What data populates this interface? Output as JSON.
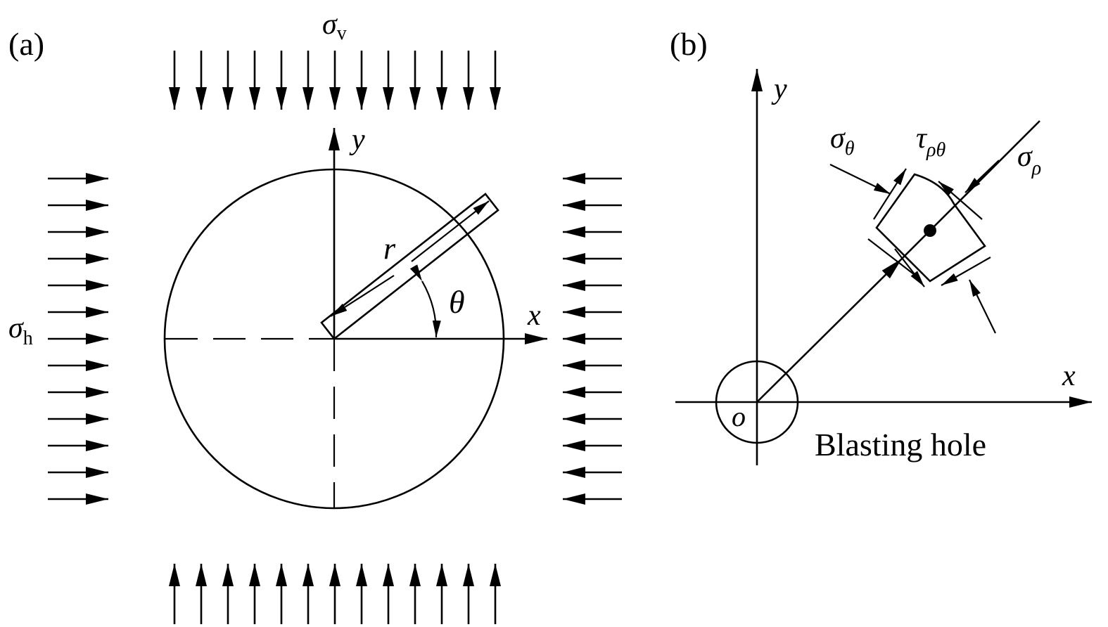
{
  "panel_a": {
    "label": "(a)",
    "sigma_v": {
      "symbol": "σ",
      "sub": "v"
    },
    "sigma_h": {
      "symbol": "σ",
      "sub": "h"
    },
    "y_axis": "y",
    "x_axis": "x",
    "radius_label": "r",
    "angle_label": "θ"
  },
  "panel_b": {
    "label": "(b)",
    "y_axis": "y",
    "x_axis": "x",
    "origin": "o",
    "sigma_theta": {
      "symbol": "σ",
      "sub": "θ"
    },
    "tau": {
      "symbol": "τ",
      "sub": "ρθ"
    },
    "sigma_rho": {
      "symbol": "σ",
      "sub": "ρ"
    },
    "hole_label": "Blasting hole"
  }
}
